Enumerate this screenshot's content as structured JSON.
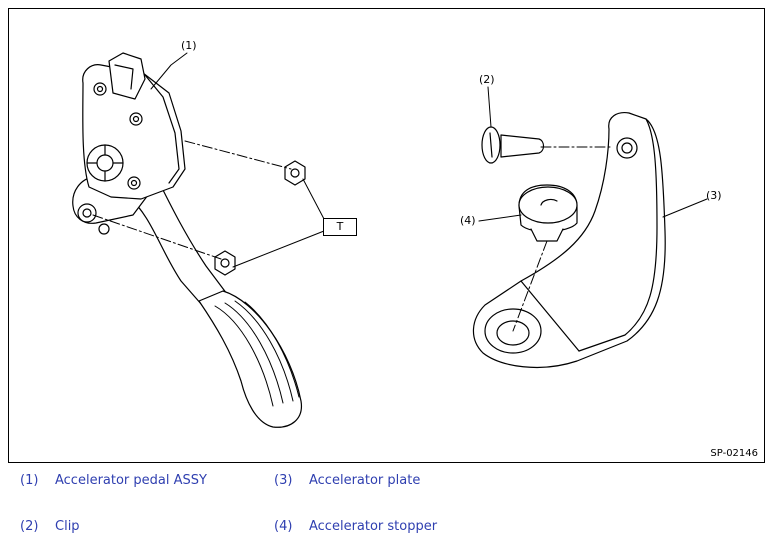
{
  "figure": {
    "callouts": {
      "pedal": "(1)",
      "clip": "(2)",
      "plate": "(3)",
      "stopper": "(4)"
    },
    "torque_box": "T",
    "code": "SP-02146"
  },
  "legend": [
    {
      "num": "(1)",
      "label": "Accelerator pedal ASSY"
    },
    {
      "num": "(2)",
      "label": "Clip"
    },
    {
      "num": "(3)",
      "label": "Accelerator plate"
    },
    {
      "num": "(4)",
      "label": "Accelerator stopper"
    }
  ]
}
